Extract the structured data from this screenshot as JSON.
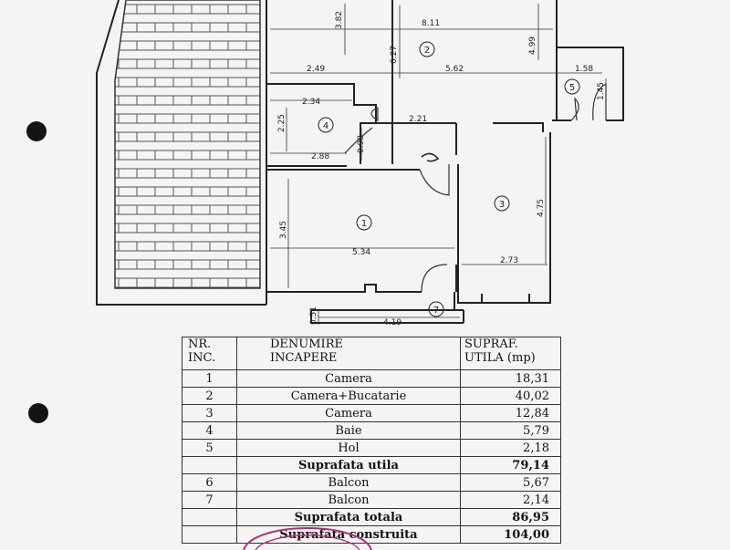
{
  "plan": {
    "dimensions": [
      "3.82",
      "8.11",
      "6.27",
      "4.99",
      "2.49",
      "5.62",
      "1.58",
      "1.45",
      "2.34",
      "2.25",
      "2.21",
      "0.98",
      "2.88",
      "3.45",
      "5.34",
      "4.75",
      "2.73",
      "0.51",
      "4.19"
    ],
    "rooms": [
      "1",
      "2",
      "3",
      "4",
      "5",
      "7"
    ]
  },
  "table": {
    "header": {
      "nr": "NR.\nINC.",
      "name": "DENUMIRE\nINCAPERE",
      "area": "SUPRAF.\nUTILA (mp)"
    },
    "rows": [
      {
        "nr": "1",
        "name": "Camera",
        "area": "18,31",
        "bold": false
      },
      {
        "nr": "2",
        "name": "Camera+Bucatarie",
        "area": "40,02",
        "bold": false
      },
      {
        "nr": "3",
        "name": "Camera",
        "area": "12,84",
        "bold": false
      },
      {
        "nr": "4",
        "name": "Baie",
        "area": "5,79",
        "bold": false
      },
      {
        "nr": "5",
        "name": "Hol",
        "area": "2,18",
        "bold": false
      },
      {
        "nr": "",
        "name": "Suprafata utila",
        "area": "79,14",
        "bold": true
      },
      {
        "nr": "6",
        "name": "Balcon",
        "area": "5,67",
        "bold": false
      },
      {
        "nr": "7",
        "name": "Balcon",
        "area": "2,14",
        "bold": false
      },
      {
        "nr": "",
        "name": "Suprafata totala",
        "area": "86,95",
        "bold": true
      },
      {
        "nr": "",
        "name": "Suprafata construita",
        "area": "104,00",
        "bold": true
      }
    ]
  },
  "colors": {
    "ink": "#222222",
    "stamp": "#b0307a",
    "paper": "#f4f4f2"
  }
}
